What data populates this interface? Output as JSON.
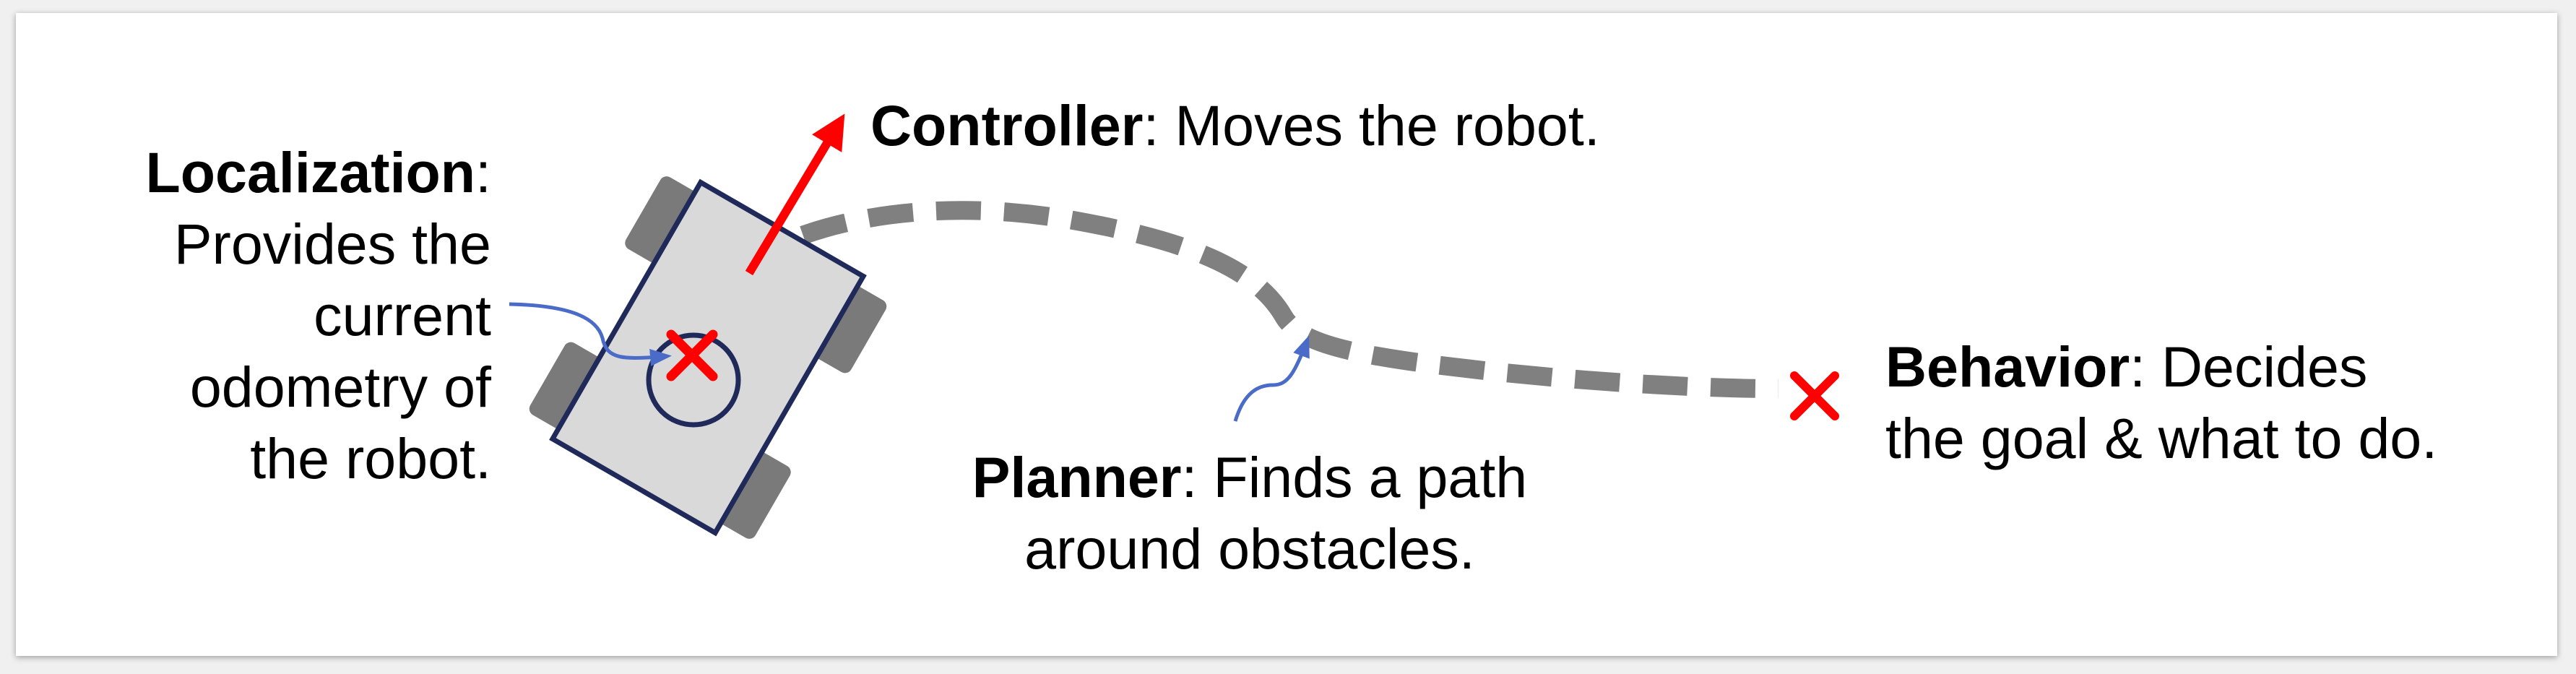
{
  "localization": {
    "title": "Localization",
    "sep": ":",
    "lines": [
      "Provides the",
      "current",
      "odometry of",
      "the robot."
    ]
  },
  "controller": {
    "title": "Controller",
    "text": ": Moves the robot."
  },
  "planner": {
    "title": "Planner",
    "line1": ": Finds a path",
    "line2": "around obstacles."
  },
  "behavior": {
    "title": "Behavior",
    "line1": ": Decides",
    "line2": "the goal & what to do."
  },
  "colors": {
    "path": "#808080",
    "wheel": "#7a7a7a",
    "robot_body": "#d9d9d9",
    "robot_outline": "#1f2a5a",
    "arrow": "#ff0000",
    "marker": "#ff0000",
    "pointer": "#4a6cc8"
  }
}
